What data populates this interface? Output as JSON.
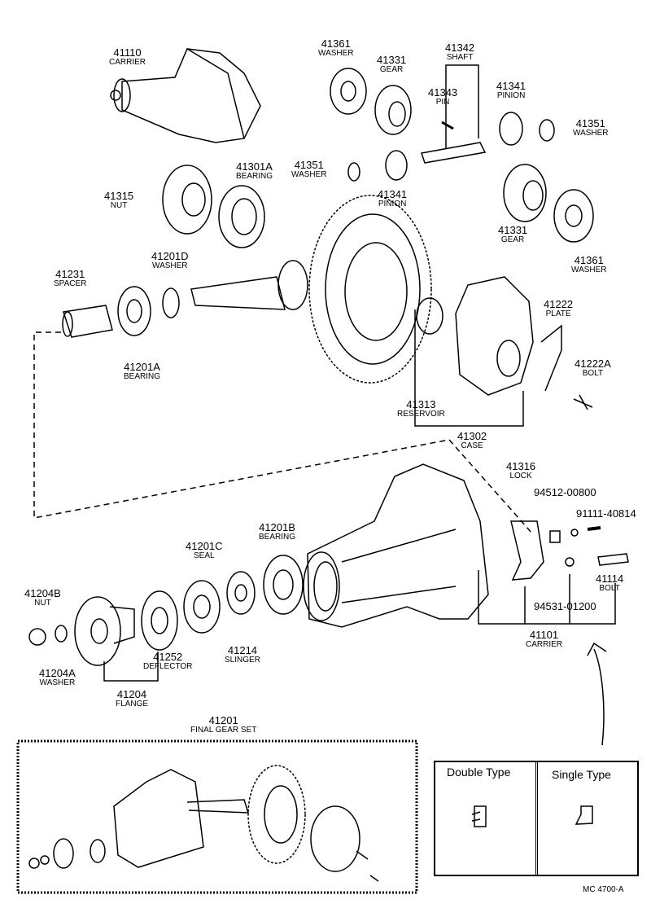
{
  "parts": {
    "p41110": {
      "number": "41110",
      "name": "CARRIER"
    },
    "p41361a": {
      "number": "41361",
      "name": "WASHER"
    },
    "p41331a": {
      "number": "41331",
      "name": "GEAR"
    },
    "p41342": {
      "number": "41342",
      "name": "SHAFT"
    },
    "p41343": {
      "number": "41343",
      "name": "PIN"
    },
    "p41341a": {
      "number": "41341",
      "name": "PINION"
    },
    "p41351a": {
      "number": "41351",
      "name": "WASHER"
    },
    "p41301A": {
      "number": "41301A",
      "name": "BEARING"
    },
    "p41351b": {
      "number": "41351",
      "name": "WASHER"
    },
    "p41341b": {
      "number": "41341",
      "name": "PINION"
    },
    "p41315": {
      "number": "41315",
      "name": "NUT"
    },
    "p41331b": {
      "number": "41331",
      "name": "GEAR"
    },
    "p41361b": {
      "number": "41361",
      "name": "WASHER"
    },
    "p41201D": {
      "number": "41201D",
      "name": "WASHER"
    },
    "p41231": {
      "number": "41231",
      "name": "SPACER"
    },
    "p41222": {
      "number": "41222",
      "name": "PLATE"
    },
    "p41201A": {
      "number": "41201A",
      "name": "BEARING"
    },
    "p41222A": {
      "number": "41222A",
      "name": "BOLT"
    },
    "p41313": {
      "number": "41313",
      "name": "RESERVOIR"
    },
    "p41302": {
      "number": "41302",
      "name": "CASE"
    },
    "p41316": {
      "number": "41316",
      "name": "LOCK"
    },
    "p94512": {
      "number": "94512-00800"
    },
    "p91111": {
      "number": "91111-40814"
    },
    "p41201B": {
      "number": "41201B",
      "name": "BEARING"
    },
    "p41201C": {
      "number": "41201C",
      "name": "SEAL"
    },
    "p41114": {
      "number": "41114",
      "name": "BOLT"
    },
    "p41204B": {
      "number": "41204B",
      "name": "NUT"
    },
    "p94531": {
      "number": "94531-01200"
    },
    "p41101": {
      "number": "41101",
      "name": "CARRIER"
    },
    "p41252": {
      "number": "41252",
      "name": "DEFLECTOR"
    },
    "p41214": {
      "number": "41214",
      "name": "SLINGER"
    },
    "p41204A": {
      "number": "41204A",
      "name": "WASHER"
    },
    "p41204": {
      "number": "41204",
      "name": "FLANGE"
    },
    "p41201": {
      "number": "41201",
      "name": "FINAL GEAR SET"
    }
  },
  "types": {
    "double": "Double Type",
    "single": "Single Type"
  },
  "diagram_code": "MC 4700-A"
}
